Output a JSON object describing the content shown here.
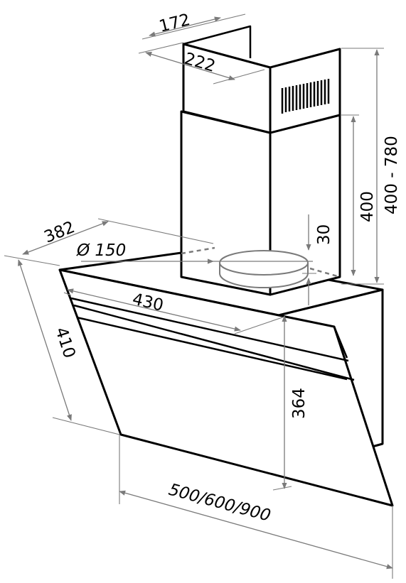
{
  "dimensions": {
    "chimney_depth": "172",
    "chimney_width": "222",
    "chimney_height_range": "400 - 780",
    "chimney_lower_height": "400",
    "duct_offset": "30",
    "duct_diameter": "Ø 150",
    "body_depth": "382",
    "body_width_inner": "430",
    "panel_height": "410",
    "panel_lower_height": "364",
    "widths": "500/600/900"
  }
}
